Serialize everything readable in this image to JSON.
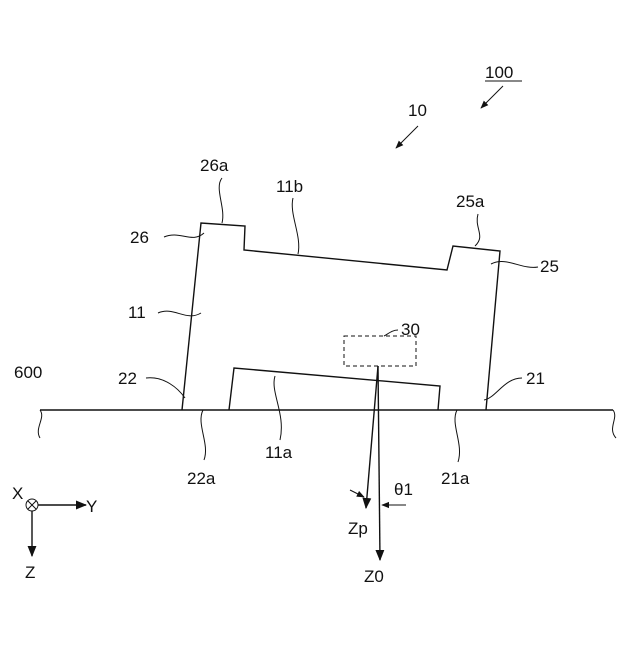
{
  "labels": {
    "assembly": "100",
    "device": "10",
    "housing": "11",
    "top_face": "11b",
    "bottom_face": "11a",
    "right_leg": "21",
    "left_leg": "22",
    "right_leg_bottom": "21a",
    "left_leg_bottom": "22a",
    "right_upper_corner": "25",
    "right_upper_corner_top": "25a",
    "left_upper_corner": "26",
    "left_upper_corner_top": "26a",
    "sensor": "30",
    "surface": "600",
    "angle": "θ1",
    "axis_zp": "Zp",
    "axis_z0": "Z0",
    "coord_x": "X",
    "coord_y": "Y",
    "coord_z": "Z"
  }
}
